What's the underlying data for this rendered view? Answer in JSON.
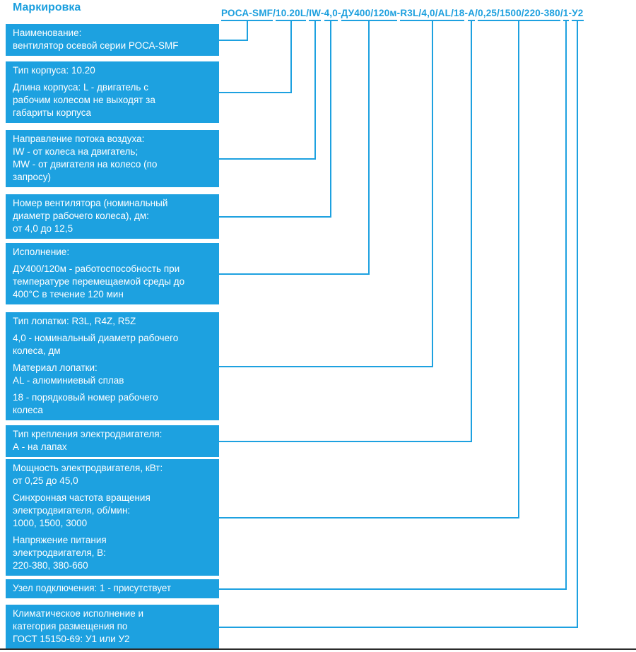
{
  "title": "Маркировка",
  "accent_color": "#1da1e0",
  "box_text_color": "#ffffff",
  "code": {
    "full": "РОСА-SMF/10.20L/IW-4,0-ДУ400/120м-R3L/4,0/AL/18-А/0,25/1500/220-380/1-У2",
    "segments": [
      {
        "text": "РОСА-SMF",
        "sep": "/"
      },
      {
        "text": "10.20L",
        "sep": "/"
      },
      {
        "text": "IW",
        "sep": "-"
      },
      {
        "text": "4,0",
        "sep": "-"
      },
      {
        "text": "ДУ400/120м",
        "sep": "-"
      },
      {
        "text": "R3L/4,0/AL/18",
        "sep": "-"
      },
      {
        "text": "А",
        "sep": "/"
      },
      {
        "text": "0,25/1500/220-380",
        "sep": "/"
      },
      {
        "text": "1",
        "sep": "-"
      },
      {
        "text": "У2",
        "sep": ""
      }
    ]
  },
  "boxes": [
    {
      "name": "product-name",
      "paragraphs": [
        [
          "Наименование:",
          "вентилятор осевой серии РОСА-SMF"
        ]
      ]
    },
    {
      "name": "housing",
      "paragraphs": [
        [
          "Тип корпуса: 10.20"
        ],
        [
          "Длина корпуса: L - двигатель с",
          "рабочим колесом не выходят за",
          "габариты корпуса"
        ]
      ]
    },
    {
      "name": "airflow-direction",
      "paragraphs": [
        [
          "Направление потока воздуха:",
          "IW - от колеса на двигатель;",
          "MW - от двигателя на колесо (по",
          "запросу)"
        ]
      ]
    },
    {
      "name": "fan-number",
      "paragraphs": [
        [
          "Номер вентилятора (номинальный",
          "диаметр рабочего колеса), дм:",
          "от 4,0 до 12,5"
        ]
      ]
    },
    {
      "name": "execution",
      "paragraphs": [
        [
          "Исполнение:"
        ],
        [
          "ДУ400/120м - работоспособность при",
          "температуре перемещаемой среды до",
          "400°С в течение 120 мин"
        ]
      ]
    },
    {
      "name": "blade",
      "paragraphs": [
        [
          "Тип лопатки: R3L, R4Z, R5Z"
        ],
        [
          "4,0 - номинальный диаметр рабочего",
          "колеса, дм"
        ],
        [
          "Материал лопатки:",
          "AL - алюминиевый сплав"
        ],
        [
          "18 - порядковый номер рабочего",
          "колеса"
        ]
      ]
    },
    {
      "name": "motor-mounting",
      "paragraphs": [
        [
          "Тип крепления электродвигателя:",
          "А - на лапах"
        ]
      ]
    },
    {
      "name": "motor-power",
      "paragraphs": [
        [
          "Мощность электродвигателя, кВт:",
          "от 0,25 до 45,0"
        ],
        [
          "Синхронная частота вращения",
          "электродвигателя, об/мин:",
          "1000, 1500, 3000"
        ],
        [
          "Напряжение питания",
          "электродвигателя, В:",
          "220-380, 380-660"
        ]
      ]
    },
    {
      "name": "connection-unit",
      "paragraphs": [
        [
          "Узел подключения: 1 - присутствует"
        ]
      ]
    },
    {
      "name": "climatic",
      "paragraphs": [
        [
          "Климатическое исполнение и",
          "категория размещения по",
          "ГОСТ 15150-69: У1 или У2"
        ]
      ]
    }
  ]
}
